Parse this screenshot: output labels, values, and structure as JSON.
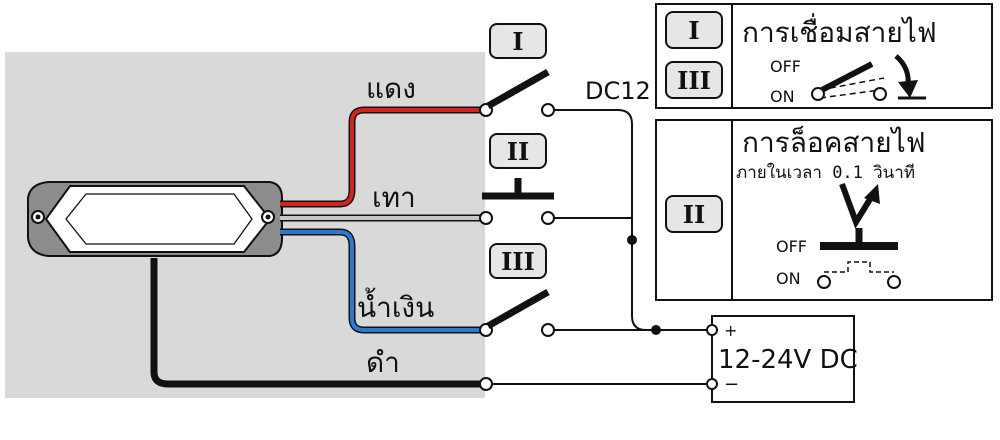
{
  "wire_labels": {
    "red": "แดง",
    "gray": "เทา",
    "blue": "น้ำเงิน",
    "black": "ดำ"
  },
  "supply": {
    "dc_label": "DC12",
    "voltage": "12-24V DC",
    "plus": "+",
    "minus": "−"
  },
  "switches": {
    "s1": "I",
    "s2": "II",
    "s3": "III"
  },
  "legend_connect": {
    "title": "การเชื่อมสายไฟ",
    "badge_a": "I",
    "badge_b": "III",
    "off": "OFF",
    "on": "ON"
  },
  "legend_lock": {
    "title": "การล็อคสายไฟ",
    "subtitle": "ภายในเวลา 0.1 วินาที",
    "badge": "II",
    "off": "OFF",
    "on": "ON"
  },
  "colors": {
    "panel_bg": "#d9d9d9",
    "red_wire": "#d0261f",
    "gray_wire": "#c8c8c8",
    "blue_wire": "#2a7bd0",
    "black_wire": "#111111",
    "badge_fill": "#e6e6e6"
  }
}
